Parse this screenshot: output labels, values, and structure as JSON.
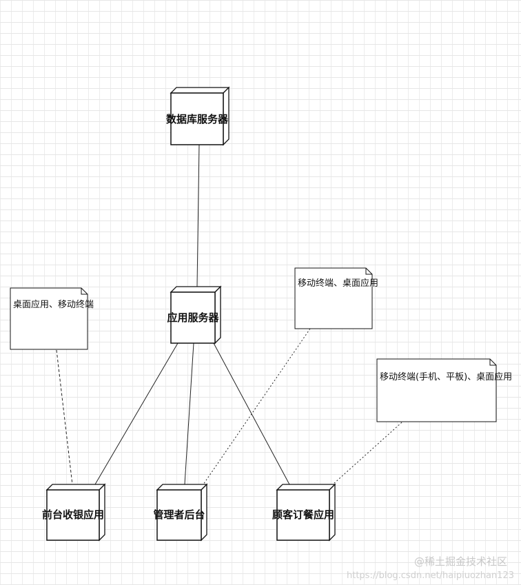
{
  "nodes": {
    "db_server": "数据库服务器",
    "app_server": "应用服务器",
    "front_cashier": "前台收银应用",
    "admin_backend": "管理者后台",
    "customer_order": "顾客订餐应用"
  },
  "notes": {
    "note_front": "桌面应用、移动终端",
    "note_admin": "移动终端、桌面应用",
    "note_customer": "移动终端(手机、平板)、桌面应用"
  },
  "watermark": {
    "brand": "@稀土掘金技术社区",
    "url": "https://blog.csdn.net/haipiuozhan123"
  }
}
